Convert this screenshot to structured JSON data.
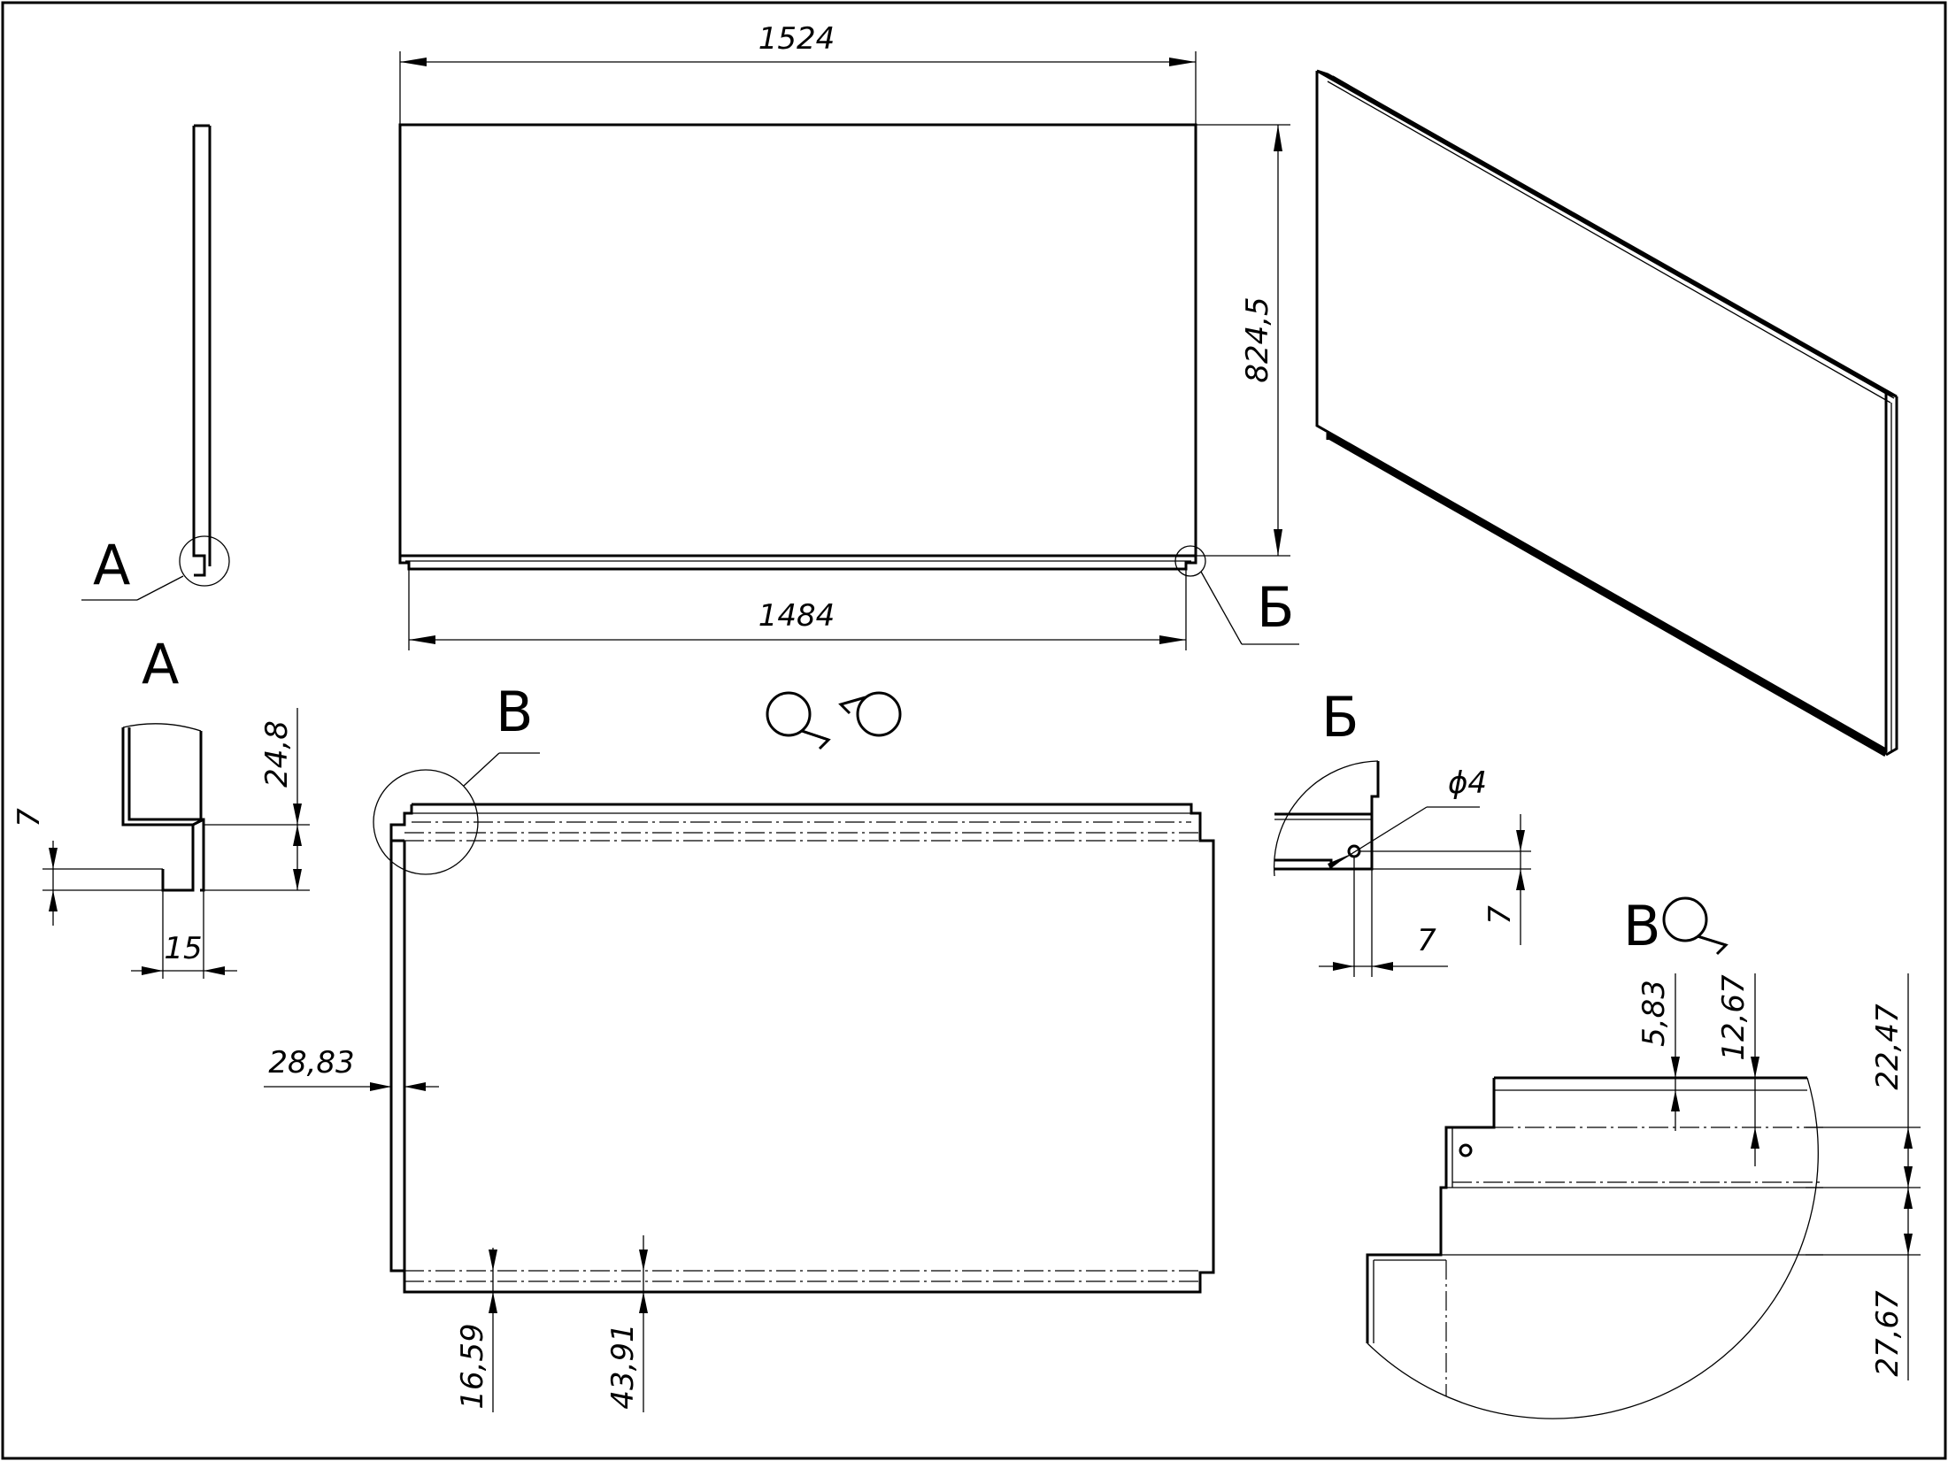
{
  "drawing": {
    "front_view": {
      "width_top": "1524",
      "height": "824,5",
      "width_bottom": "1484"
    },
    "view_markers": {
      "a": "А",
      "b": "Б",
      "v": "В"
    },
    "detail_a": {
      "title": "А",
      "dim_height": "24,8",
      "dim_drop": "7",
      "dim_width": "15"
    },
    "detail_b": {
      "title": "Б",
      "dim_hole": "ϕ4",
      "dim_vertical": "7",
      "dim_horizontal": "7"
    },
    "flat_pattern": {
      "title_icon": "rotate-arrows-icon",
      "dim_side": "28,83",
      "dim_bottom_1": "16,59",
      "dim_bottom_2": "43,91"
    },
    "detail_v": {
      "title": "В",
      "title_icon": "rotate-arrow-icon",
      "dim_1": "5,83",
      "dim_2": "12,67",
      "dim_3": "22,47",
      "dim_4": "27,67"
    }
  }
}
